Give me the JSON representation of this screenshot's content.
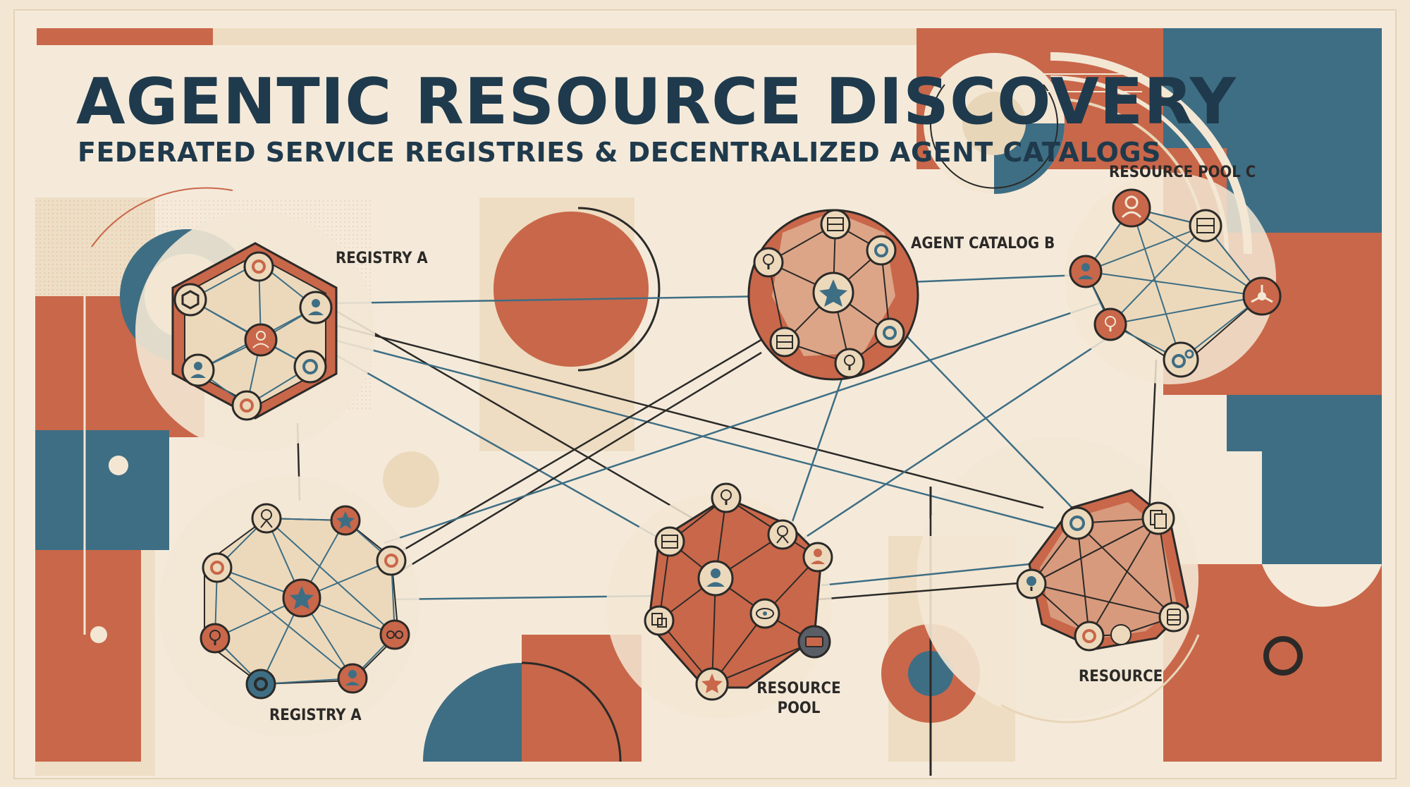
{
  "title": "AGENTIC RESOURCE DISCOVERY",
  "subtitle": "FEDERATED SERVICE REGISTRIES & DECENTRALIZED AGENT CATALOGS",
  "colors": {
    "background": "#f3e7d4",
    "terracotta": "#c9674a",
    "teal": "#3e6e84",
    "navy": "#1f3a4c",
    "sand": "#e8d6b8",
    "ink": "#2b2a28"
  },
  "nodes": [
    {
      "id": "registry-a-top",
      "label": "REGISTRY A",
      "shape": "hexagon"
    },
    {
      "id": "agent-catalog-b",
      "label": "AGENT CATALOG B",
      "shape": "circle"
    },
    {
      "id": "resource-pool-c",
      "label": "RESOURCE POOL C",
      "shape": "polygon"
    },
    {
      "id": "registry-a-bottom",
      "label": "REGISTRY A",
      "shape": "polygon"
    },
    {
      "id": "resource-pool",
      "label_line1": "RESOURCE",
      "label_line2": "POOL",
      "shape": "polygon"
    },
    {
      "id": "resource",
      "label": "RESOURCE",
      "shape": "polygon"
    }
  ],
  "icons": [
    "gear-icon",
    "user-icon",
    "lightbulb-icon",
    "server-icon",
    "star-person-icon",
    "hub-icon",
    "document-icon",
    "database-icon",
    "badge-icon"
  ]
}
